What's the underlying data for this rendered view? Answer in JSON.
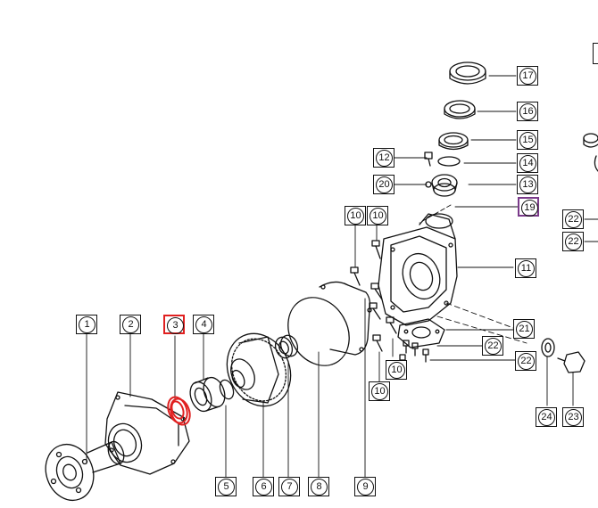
{
  "colors": {
    "selected_part": "#e02020",
    "selected_callout": "#e02020",
    "highlight_callout": "#7a3a8a",
    "line": "#111111"
  },
  "callouts": {
    "c1": "1",
    "c2": "2",
    "c3": "3",
    "c4": "4",
    "c5": "5",
    "c6": "6",
    "c7": "7",
    "c8": "8",
    "c9": "9",
    "c10a": "10",
    "c10b": "10",
    "c10c": "10",
    "c10d": "10",
    "c11": "11",
    "c12": "12",
    "c13": "13",
    "c14": "14",
    "c15": "15",
    "c16": "16",
    "c17": "17",
    "c19": "19",
    "c20": "20",
    "c21": "21",
    "c22a": "22",
    "c22b": "22",
    "c22c": "22",
    "c22d": "22",
    "c23": "23",
    "c24": "24"
  }
}
